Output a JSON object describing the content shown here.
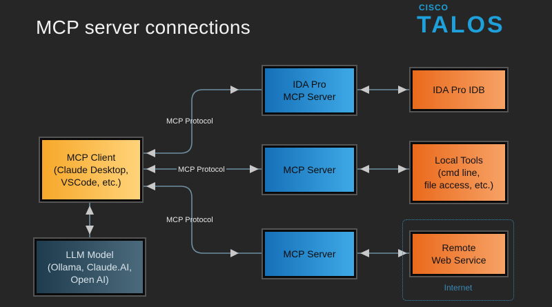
{
  "title": "MCP server connections",
  "logo": {
    "sub": "CISCO",
    "main": "TALOS"
  },
  "nodes": {
    "mcp_client": "MCP Client\n(Claude Desktop,\nVSCode, etc.)",
    "llm_model": "LLM Model\n(Ollama, Claude.AI,\nOpen AI)",
    "ida_server": "IDA Pro\nMCP Server",
    "mcp_server_mid": "MCP Server",
    "mcp_server_bottom": "MCP Server",
    "ida_idb": "IDA Pro IDB",
    "local_tools": "Local Tools\n(cmd line,\nfile access, etc.)",
    "remote_service": "Remote\nWeb Service"
  },
  "edge_labels": {
    "top": "MCP Protocol",
    "middle": "MCP Protocol",
    "bottom": "MCP Protocol"
  },
  "internet_label": "Internet",
  "colors": {
    "background": "#262626",
    "client": "#f7a82a",
    "server": "#1670b8",
    "resource": "#ea6a1c",
    "llm": "#2e4f62",
    "connector": "#6f8fa3",
    "brand": "#1ea0db"
  }
}
